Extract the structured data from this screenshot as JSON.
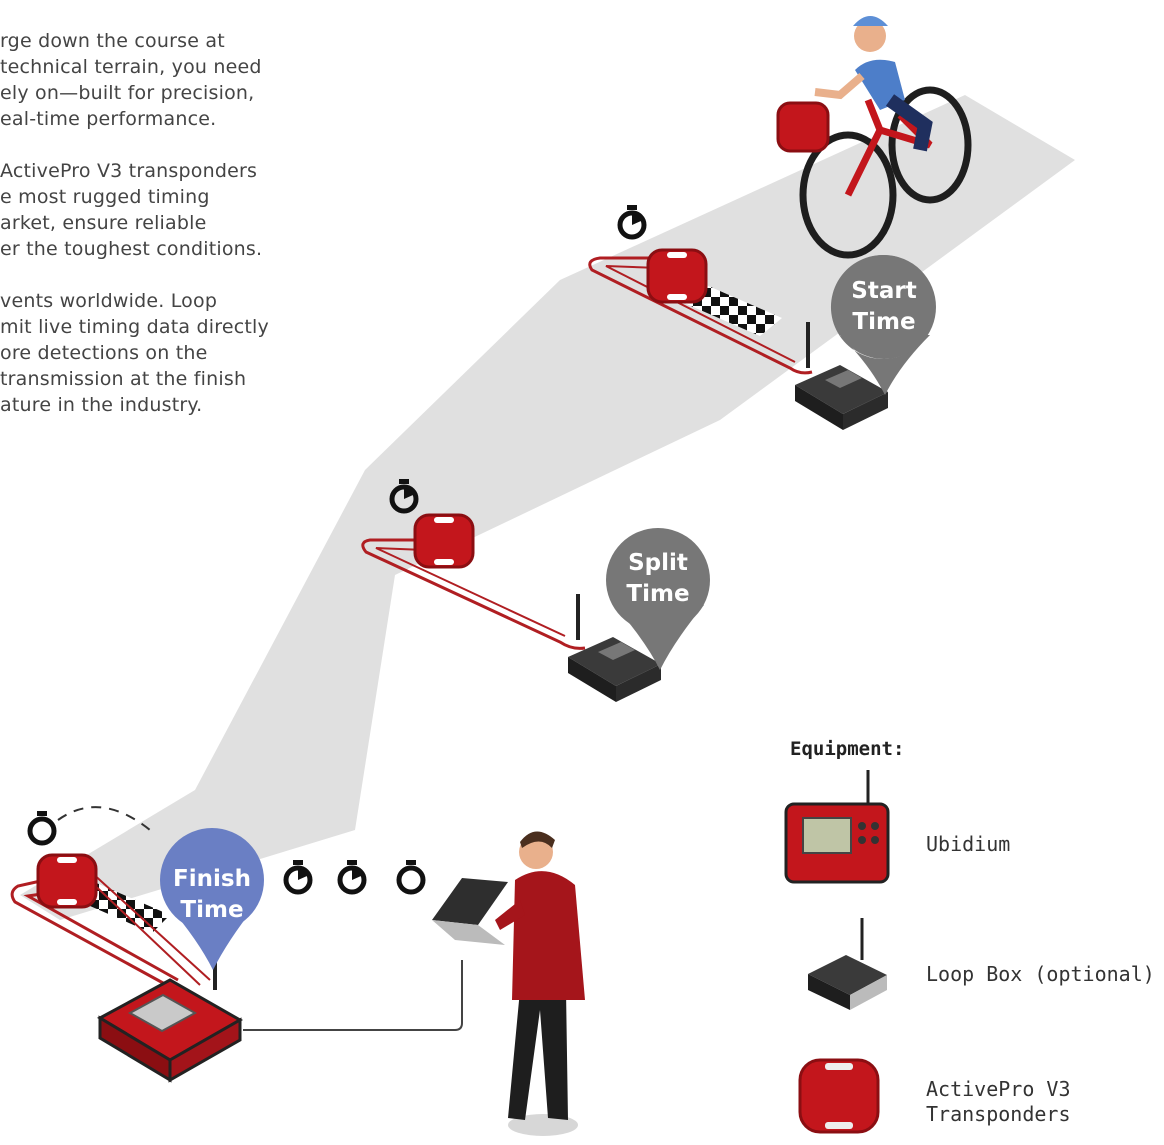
{
  "intro": {
    "paragraphs": [
      [
        "rge down the course at",
        "technical terrain, you need",
        "ely on—built for precision,",
        "eal-time performance."
      ],
      [
        "ActivePro V3 transponders",
        "e most rugged timing",
        "arket, ensure reliable",
        "er the toughest conditions."
      ],
      [
        "vents worldwide. Loop",
        "mit live timing data directly",
        "ore detections on the",
        "transmission at the finish",
        "ature in the industry."
      ]
    ]
  },
  "markers": {
    "start": [
      "Start",
      "Time"
    ],
    "split": [
      "Split",
      "Time"
    ],
    "finish": [
      "Finish",
      "Time"
    ]
  },
  "equipment": {
    "title": "Equipment:",
    "items": [
      {
        "label": "Ubidium",
        "icon": "ubidium-device-icon"
      },
      {
        "label": "Loop Box (optional)",
        "icon": "loop-box-icon"
      },
      {
        "label": [
          "ActivePro V3",
          "Transponders"
        ],
        "icon": "transponder-icon"
      }
    ]
  },
  "colors": {
    "course": "#e0e0e0",
    "red": "#c3161c",
    "dark_red": "#8b0e12",
    "pin_gray": "#777777",
    "pin_blue": "#6a7fc4",
    "box": "#2a2a2a",
    "wire": "#b01e22"
  }
}
